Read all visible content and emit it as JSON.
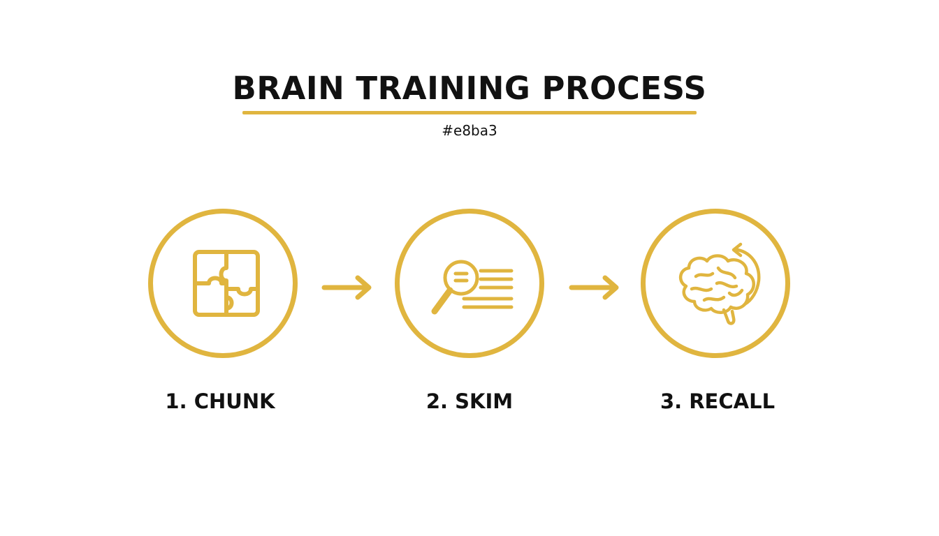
{
  "title": "BRAIN TRAINING PROCESS",
  "subtitle": "#e8ba3",
  "accent_color": "#e0b53f",
  "steps": [
    {
      "label": "1. CHUNK",
      "icon": "puzzle-icon"
    },
    {
      "label": "2. SKIM",
      "icon": "magnifier-text-icon"
    },
    {
      "label": "3. RECALL",
      "icon": "brain-cycle-icon"
    }
  ]
}
